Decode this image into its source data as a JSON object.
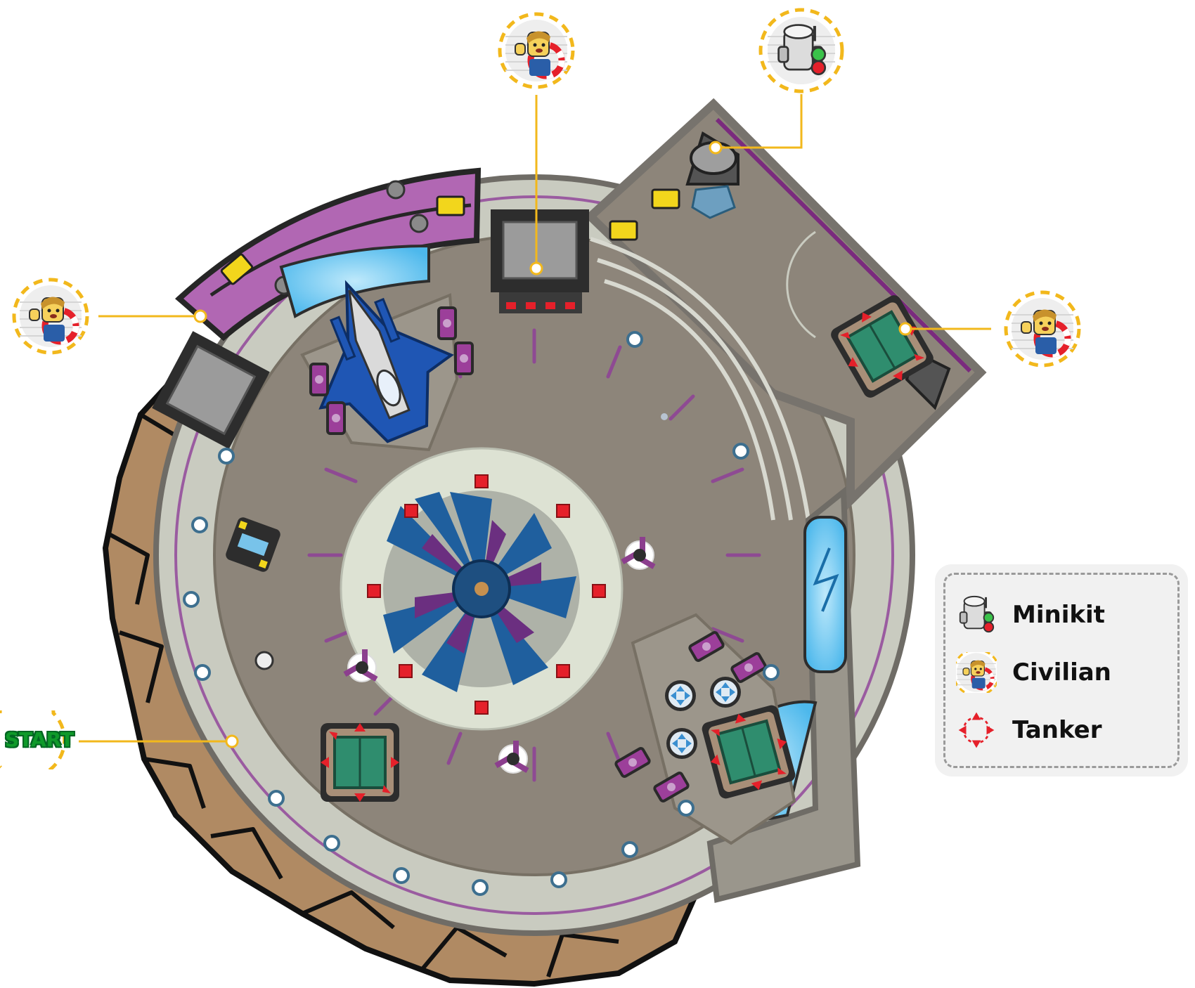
{
  "start_marker": {
    "label": "START"
  },
  "legend": {
    "items": [
      {
        "label": "Minikit",
        "icon": "minikit-icon"
      },
      {
        "label": "Civilian",
        "icon": "civilian-icon"
      },
      {
        "label": "Tanker",
        "icon": "tanker-target-icon"
      }
    ]
  },
  "colors": {
    "marker_ring": "#f2b81c",
    "floor": "#8d857a",
    "walkway": "#c9cbc0",
    "purple": "#9c3f9a",
    "rock": "#b08a63",
    "water": "#6ac8f2",
    "hazard_red": "#e5202a",
    "tanker_green": "#2f8d6e"
  }
}
